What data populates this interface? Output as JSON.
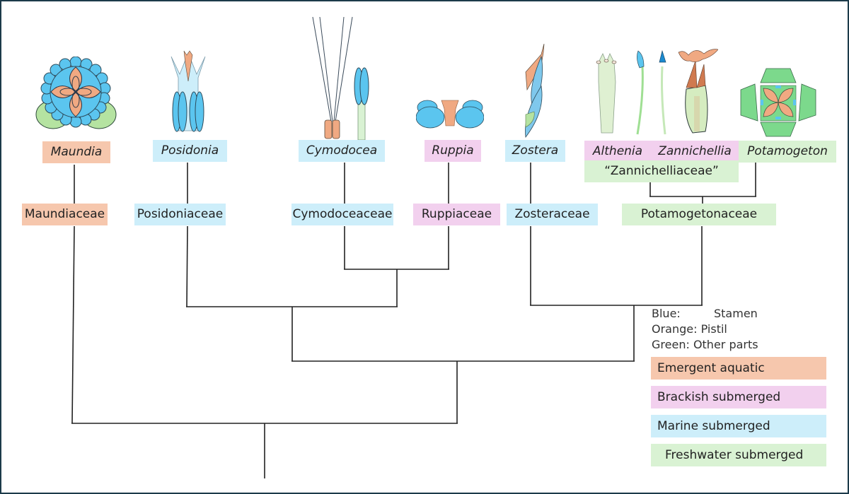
{
  "genera": [
    {
      "name": "Maundia",
      "habitat": "emergent"
    },
    {
      "name": "Posidonia",
      "habitat": "marine"
    },
    {
      "name": "Cymodocea",
      "habitat": "marine"
    },
    {
      "name": "Ruppia",
      "habitat": "brackish"
    },
    {
      "name": "Zostera",
      "habitat": "marine"
    },
    {
      "name": "Althenia",
      "habitat": "brackish"
    },
    {
      "name": "Zannichellia",
      "habitat": "brackish"
    },
    {
      "name": "Potamogeton",
      "habitat": "freshwater"
    }
  ],
  "families": [
    {
      "name": "Maundiaceae",
      "habitat": "emergent"
    },
    {
      "name": "Posidoniaceae",
      "habitat": "marine"
    },
    {
      "name": "Cymodoceaceae",
      "habitat": "marine"
    },
    {
      "name": "Ruppiaceae",
      "habitat": "brackish"
    },
    {
      "name": "Zosteraceae",
      "habitat": "marine"
    },
    {
      "name": "Potamogetonaceae",
      "habitat": "freshwater"
    }
  ],
  "subgroup": {
    "name": "“Zannichelliaceae”",
    "habitat": "freshwater"
  },
  "flowers": [
    {
      "genus": "Maundia",
      "icon": "maundia-flower"
    },
    {
      "genus": "Posidonia",
      "icon": "posidonia-flower"
    },
    {
      "genus": "Cymodocea",
      "icon": "cymodocea-flowers"
    },
    {
      "genus": "Ruppia",
      "icon": "ruppia-flower"
    },
    {
      "genus": "Zostera",
      "icon": "zostera-flower"
    },
    {
      "genus": "Althenia",
      "icon": "althenia-flower"
    },
    {
      "genus": "Zannichellia",
      "icon": "zannichellia-flower"
    },
    {
      "genus": "Potamogeton",
      "icon": "potamogeton-flower"
    }
  ],
  "color_key": [
    {
      "color": "Blue:",
      "meaning": "Stamen"
    },
    {
      "color": "Orange:",
      "meaning": "Pistil"
    },
    {
      "color": "Green:",
      "meaning": "Other parts"
    }
  ],
  "habitat_legend": [
    {
      "key": "emergent",
      "label": "Emergent aquatic",
      "color": "#f6c7ad"
    },
    {
      "key": "brackish",
      "label": "Brackish submerged",
      "color": "#f2d0ee"
    },
    {
      "key": "marine",
      "label": "Marine submerged",
      "color": "#cdeefa"
    },
    {
      "key": "freshwater",
      "label": "Freshwater submerged",
      "color": "#d9f2d3"
    }
  ],
  "palette": {
    "stamen": "#5bc5ef",
    "pistil": "#f0a982",
    "other": "#9fdf93",
    "line": "#222222",
    "border": "#1c3a4a"
  },
  "phylogeny": "((Maundiaceae),((Posidoniaceae,(Cymodoceaceae,Ruppiaceae)),(Zosteraceae,(Zannichelliaceae,Potamogeton))))"
}
